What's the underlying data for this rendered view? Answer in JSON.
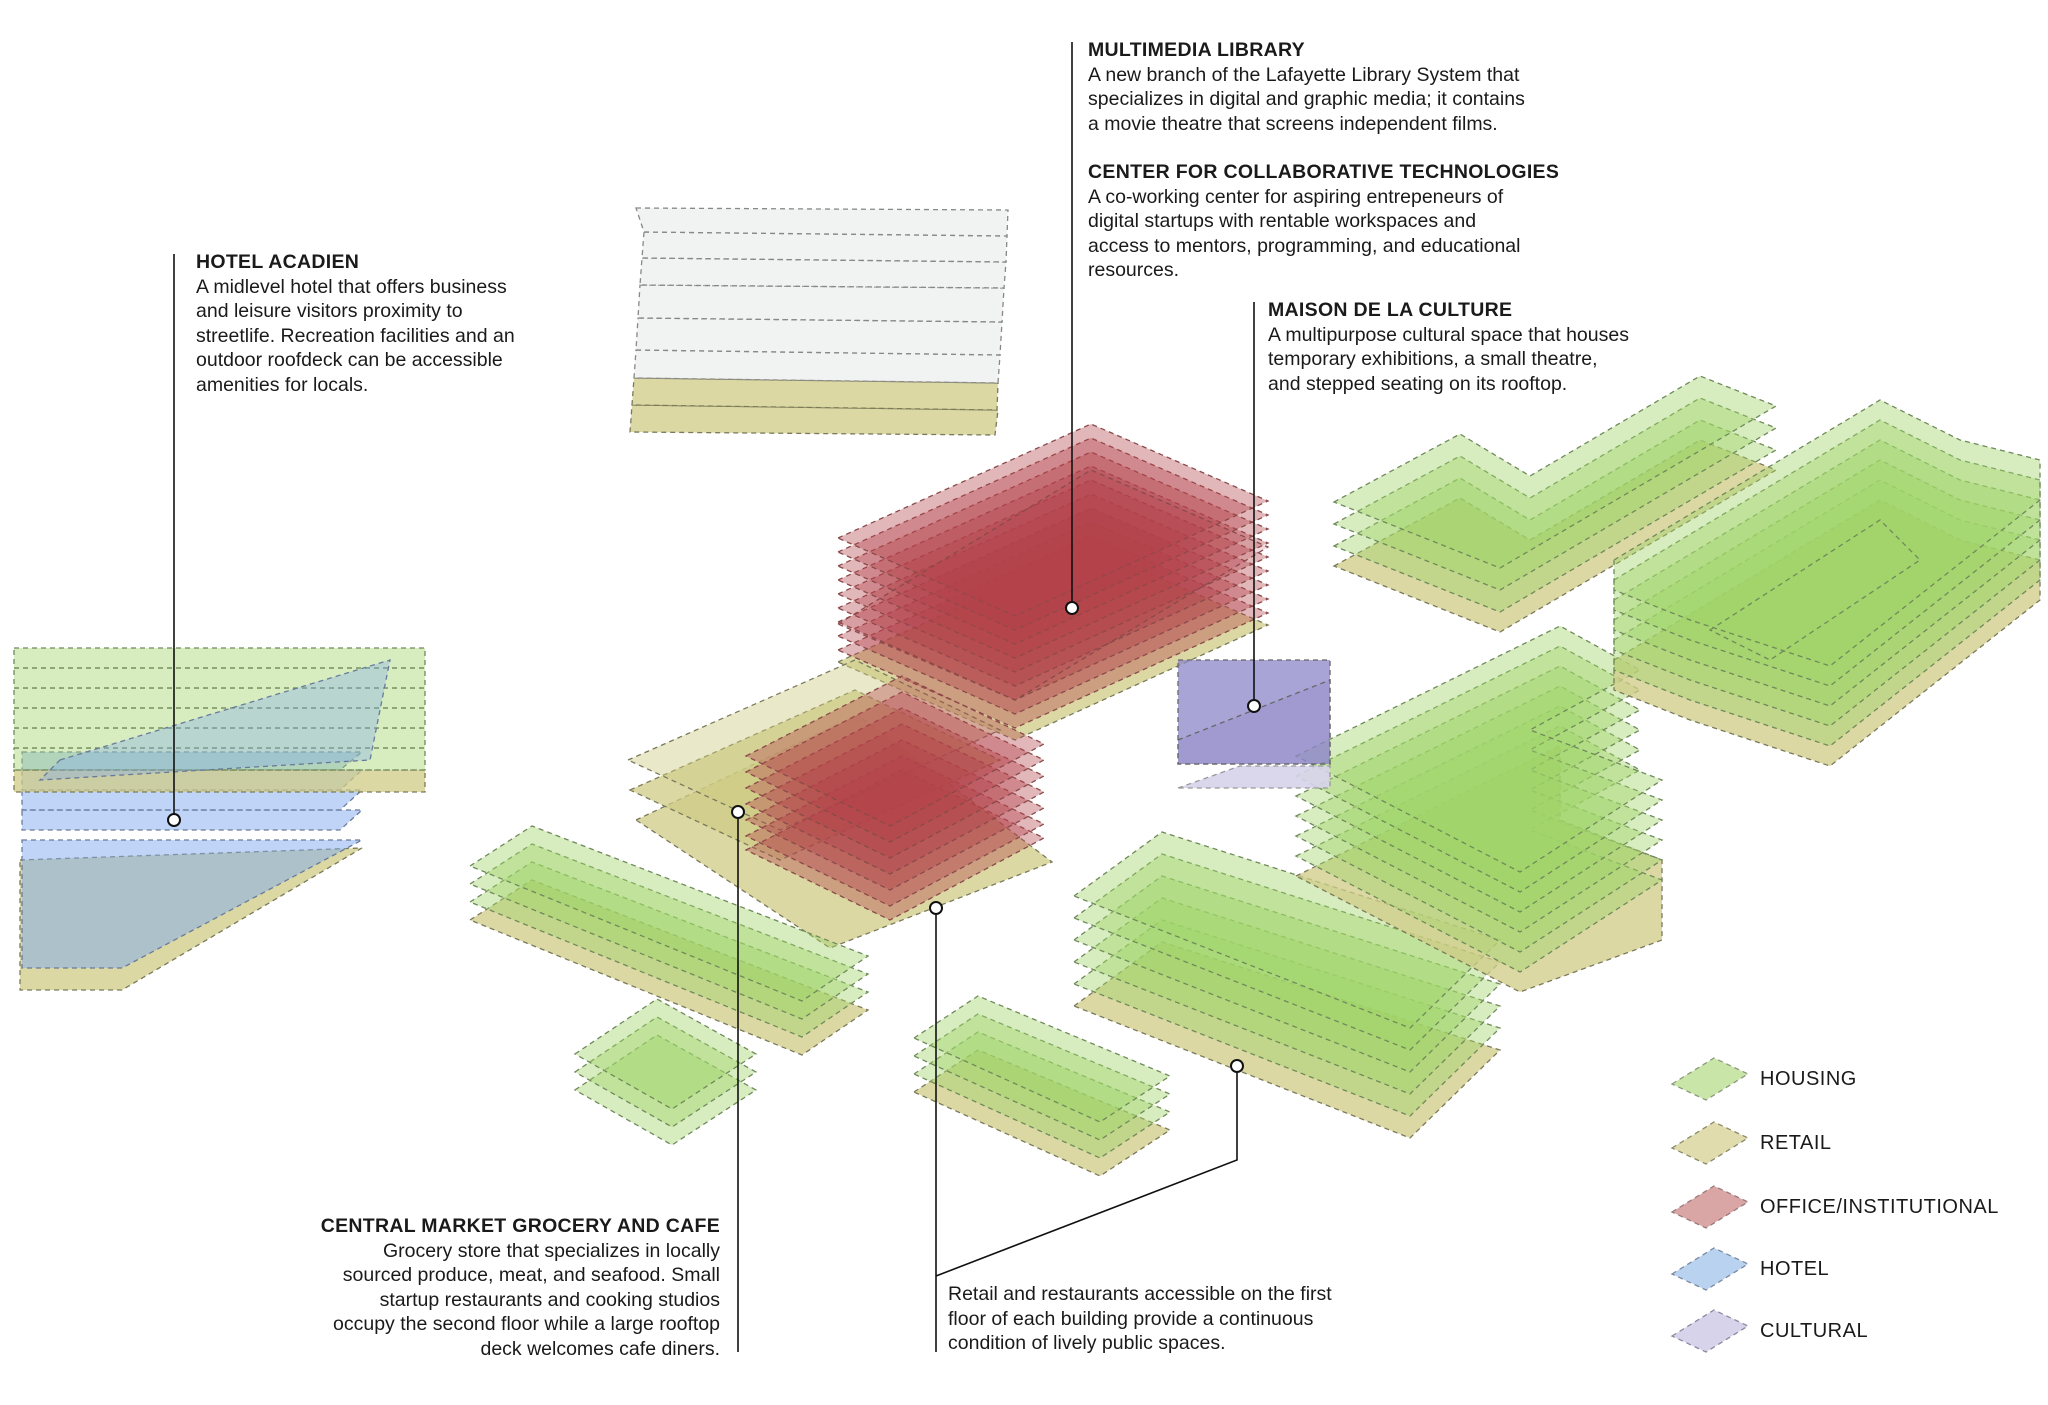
{
  "annotations": {
    "multimedia": {
      "title": "MULTIMEDIA LIBRARY",
      "lines": [
        "A new branch of the Lafayette Library System that",
        "specializes in digital and graphic media; it contains",
        "a movie theatre that screens independent films."
      ]
    },
    "collab": {
      "title": "CENTER FOR COLLABORATIVE TECHNOLOGIES",
      "lines": [
        "A co-working center for aspiring entrepeneurs of",
        "digital startups with rentable workspaces and",
        "access to mentors, programming, and educational",
        "resources."
      ]
    },
    "maison": {
      "title": "MAISON DE LA CULTURE",
      "lines": [
        "A multipurpose cultural space that houses",
        "temporary exhibitions, a small theatre,",
        "and stepped seating on its rooftop."
      ]
    },
    "hotel": {
      "title": "HOTEL ACADIEN",
      "lines": [
        "A midlevel hotel that offers business",
        "and leisure visitors proximity to",
        "streetlife. Recreation facilities and an",
        "outdoor roofdeck can be accessible",
        "amenities for locals."
      ]
    },
    "market": {
      "title": "CENTRAL MARKET GROCERY AND CAFE",
      "lines": [
        "Grocery store that specializes in locally",
        "sourced produce, meat, and seafood. Small",
        "startup restaurants and cooking studios",
        "occupy the second floor while a large rooftop",
        "deck welcomes cafe diners."
      ]
    },
    "retail": {
      "title": "",
      "lines": [
        "Retail and restaurants accessible on the first",
        "floor of each building provide a continuous",
        "condition of lively public spaces."
      ]
    }
  },
  "legend": [
    {
      "label": "HOUSING",
      "color": "#c9e6a8"
    },
    {
      "label": "RETAIL",
      "color": "#e0dcae"
    },
    {
      "label": "OFFICE/INSTITUTIONAL",
      "color": "#d9a5a5"
    },
    {
      "label": "HOTEL",
      "color": "#b9d2f0"
    },
    {
      "label": "CULTURAL",
      "color": "#d6d3ea"
    }
  ],
  "colors": {
    "housing": "#9fd46a",
    "retail": "#cfcb85",
    "office": "#b3434a",
    "hotel": "#7fa9ef",
    "cultural": "#8c86c8",
    "massing": "#dfe3e3"
  }
}
